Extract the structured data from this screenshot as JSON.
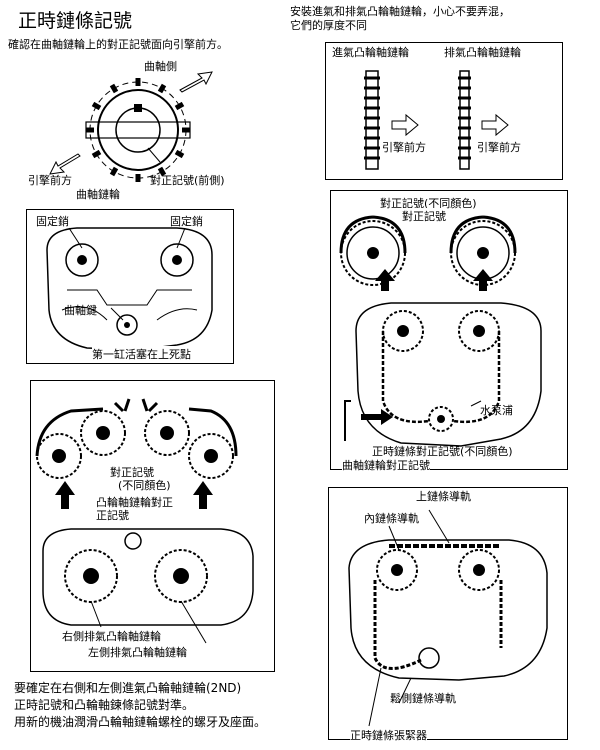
{
  "title": "正時鏈條記號",
  "intro": "確認在曲軸鏈輪上的對正記號面向引擎前方。",
  "top_right_note": {
    "line1": "安裝進氣和排氣凸輪軸鏈輪，小心不要弄混，",
    "line2": "它們的厚度不同"
  },
  "fig1": {
    "crank_side": "曲軸側",
    "engine_front": "引擎前方",
    "crank_sprocket": "曲軸鏈輪",
    "timing_mark_front": "對正記號(前側)"
  },
  "fig2": {
    "dowel_left": "固定銷",
    "dowel_right": "固定銷",
    "crank_key": "曲軸鍵",
    "tdc": "第一缸活塞在上死點"
  },
  "fig3": {
    "intake_sprocket": "進氣凸輪軸鏈輪",
    "exhaust_sprocket": "排氣凸輪軸鏈輪",
    "front_left": "引擎前方",
    "front_right": "引擎前方"
  },
  "fig4": {
    "mark_diff_color": "對正記號(不同顏色)",
    "mark": "對正記號",
    "water_pump": "水泵浦",
    "chain_mark": "正時鏈條對正記號(不同顏色)",
    "crank_sprocket_mark": "曲軸鏈輪對正記號"
  },
  "fig5": {
    "mark_line1": "對正記號",
    "mark_line2": "(不同顏色)",
    "cam_mark_line1": "凸輪軸鏈輪對正",
    "cam_mark_line2": "正記號",
    "right_exhaust": "右側排氣凸輪軸鏈輪",
    "left_exhaust": "左側排氣凸輪軸鏈輪"
  },
  "fig6": {
    "upper_guide": "上鏈條導軌",
    "inner_guide": "內鏈條導軌",
    "slack_guide": "鬆側鏈條導軌",
    "tensioner": "正時鏈條張緊器"
  },
  "bottom_note": {
    "line1": "要確定在右側和左側進氣凸輪軸鏈輪(2ND)",
    "line2": "正時記號和凸輪軸鍊條記號對準。",
    "line3": "用新的機油潤滑凸輪軸鏈輪螺栓的螺牙及座面。"
  }
}
